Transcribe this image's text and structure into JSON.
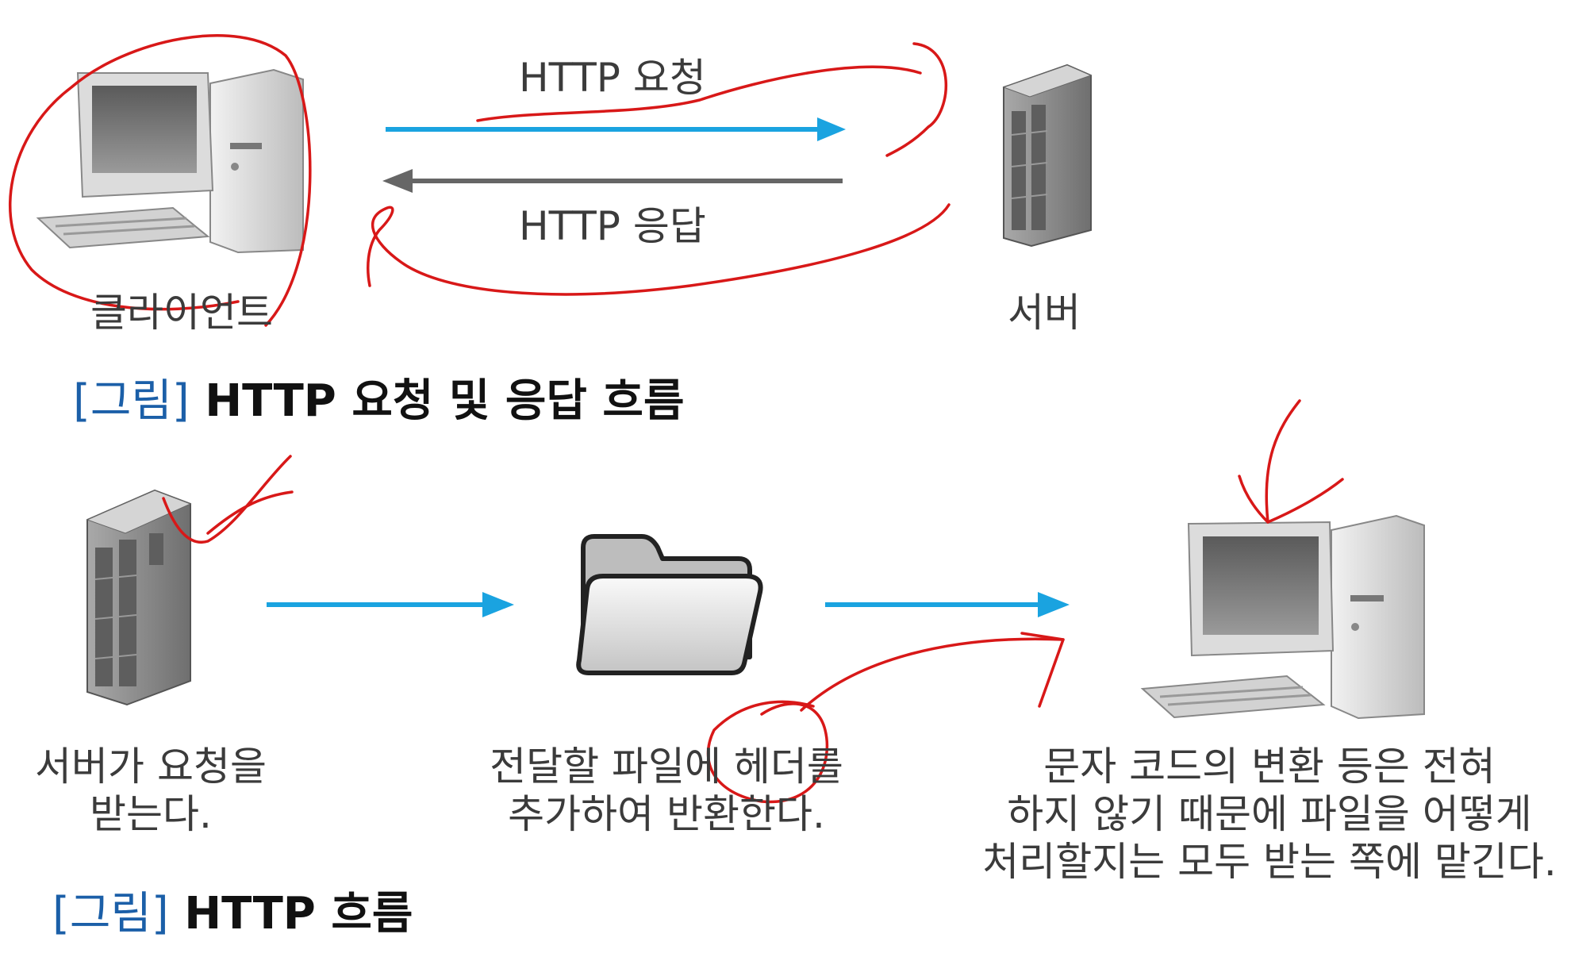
{
  "diagram1": {
    "client_label": "클라이언트",
    "server_label": "서버",
    "request_label": "HTTP 요청",
    "response_label": "HTTP 응답",
    "caption_tag": "[그림]",
    "caption_text": "HTTP 요청 및 응답 흐름"
  },
  "diagram2": {
    "step1": "서버가 요청을\n받는다.",
    "step2": "전달할 파일에 헤더를\n추가하여 반환한다.",
    "step3": "문자 코드의 변환 등은 전혀\n하지 않기 때문에 파일을 어떻게\n처리할지는 모두 받는 쪽에 맡긴다.",
    "caption_tag": "[그림]",
    "caption_text": "HTTP 흐름"
  },
  "colors": {
    "request_arrow": "#1aa3e0",
    "response_arrow": "#666666",
    "caption_tag": "#1b5fa8",
    "annotation": "#d81818"
  }
}
